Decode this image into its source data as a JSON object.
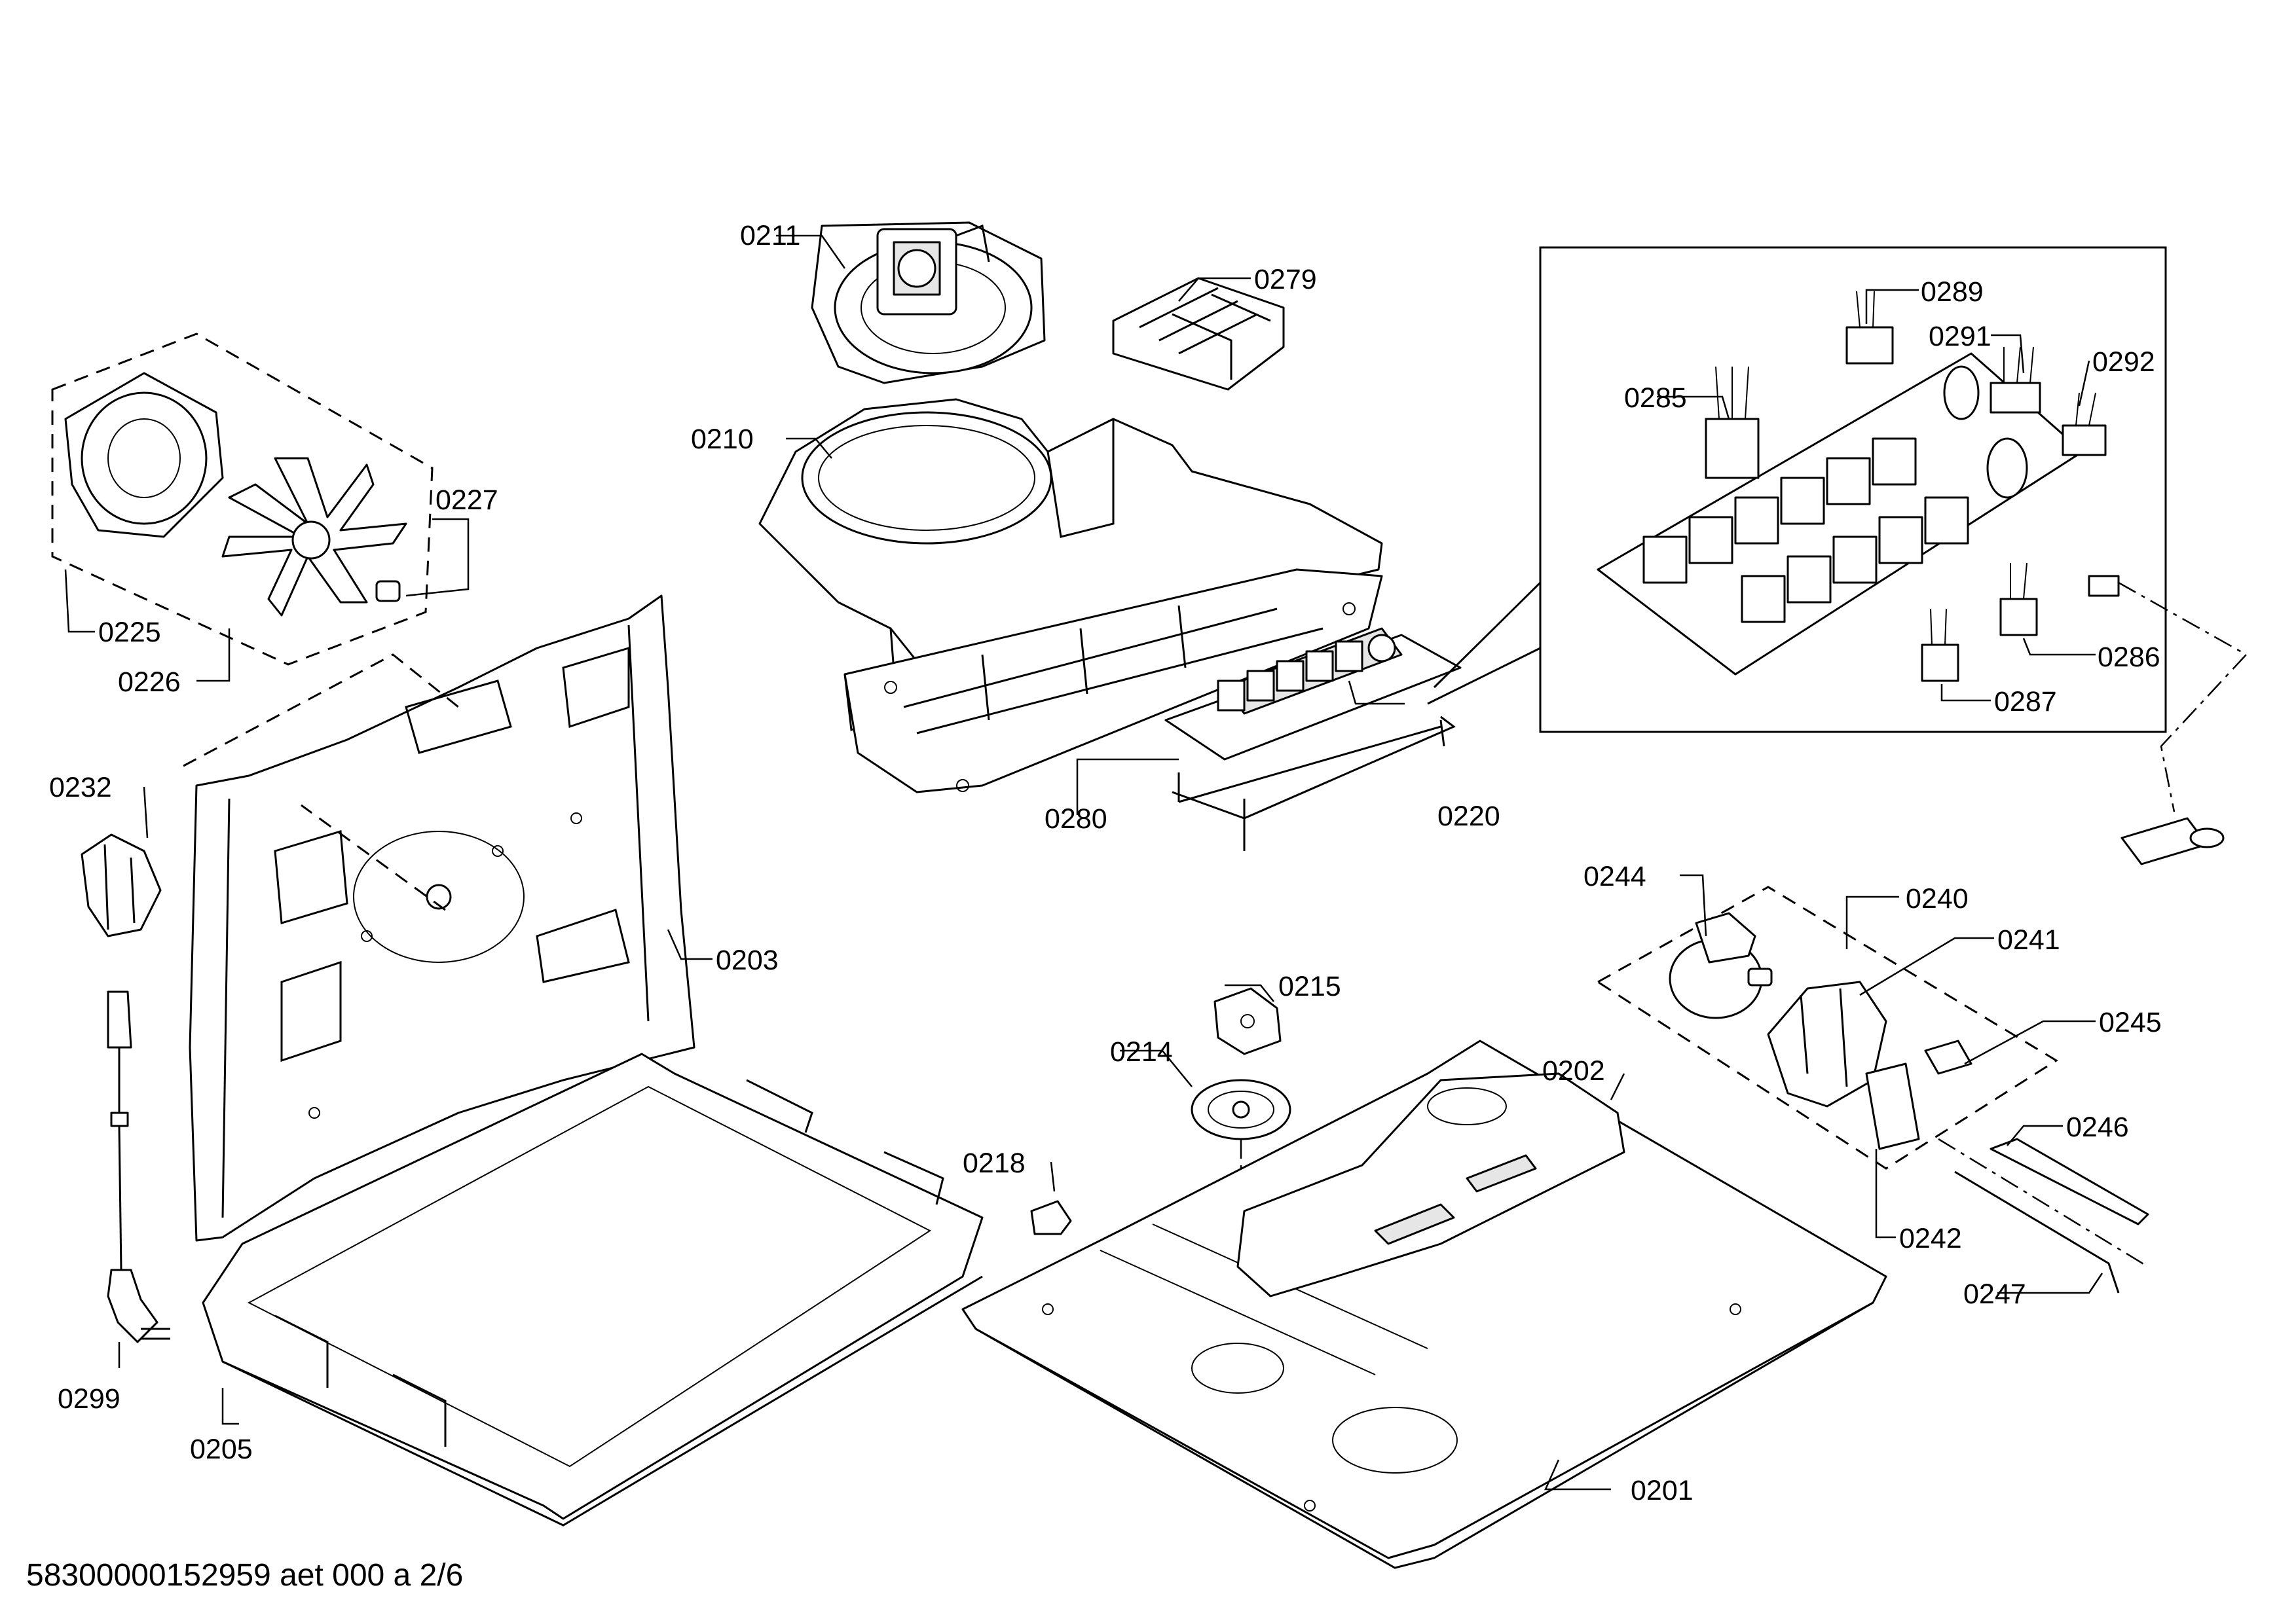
{
  "diagram": {
    "document_id": "58300000152959 aet 000 a 2/6",
    "part_labels": {
      "p0201": "0201",
      "p0202": "0202",
      "p0203": "0203",
      "p0205": "0205",
      "p0210": "0210",
      "p0211": "0211",
      "p0214": "0214",
      "p0215": "0215",
      "p0218": "0218",
      "p0220": "0220",
      "p0225": "0225",
      "p0226": "0226",
      "p0227": "0227",
      "p0232": "0232",
      "p0240": "0240",
      "p0241": "0241",
      "p0242": "0242",
      "p0244": "0244",
      "p0245": "0245",
      "p0246": "0246",
      "p0247": "0247",
      "p0279": "0279",
      "p0280": "0280",
      "p0285": "0285",
      "p0286": "0286",
      "p0287": "0287",
      "p0289": "0289",
      "p0291": "0291",
      "p0292": "0292",
      "p0299": "0299"
    }
  }
}
